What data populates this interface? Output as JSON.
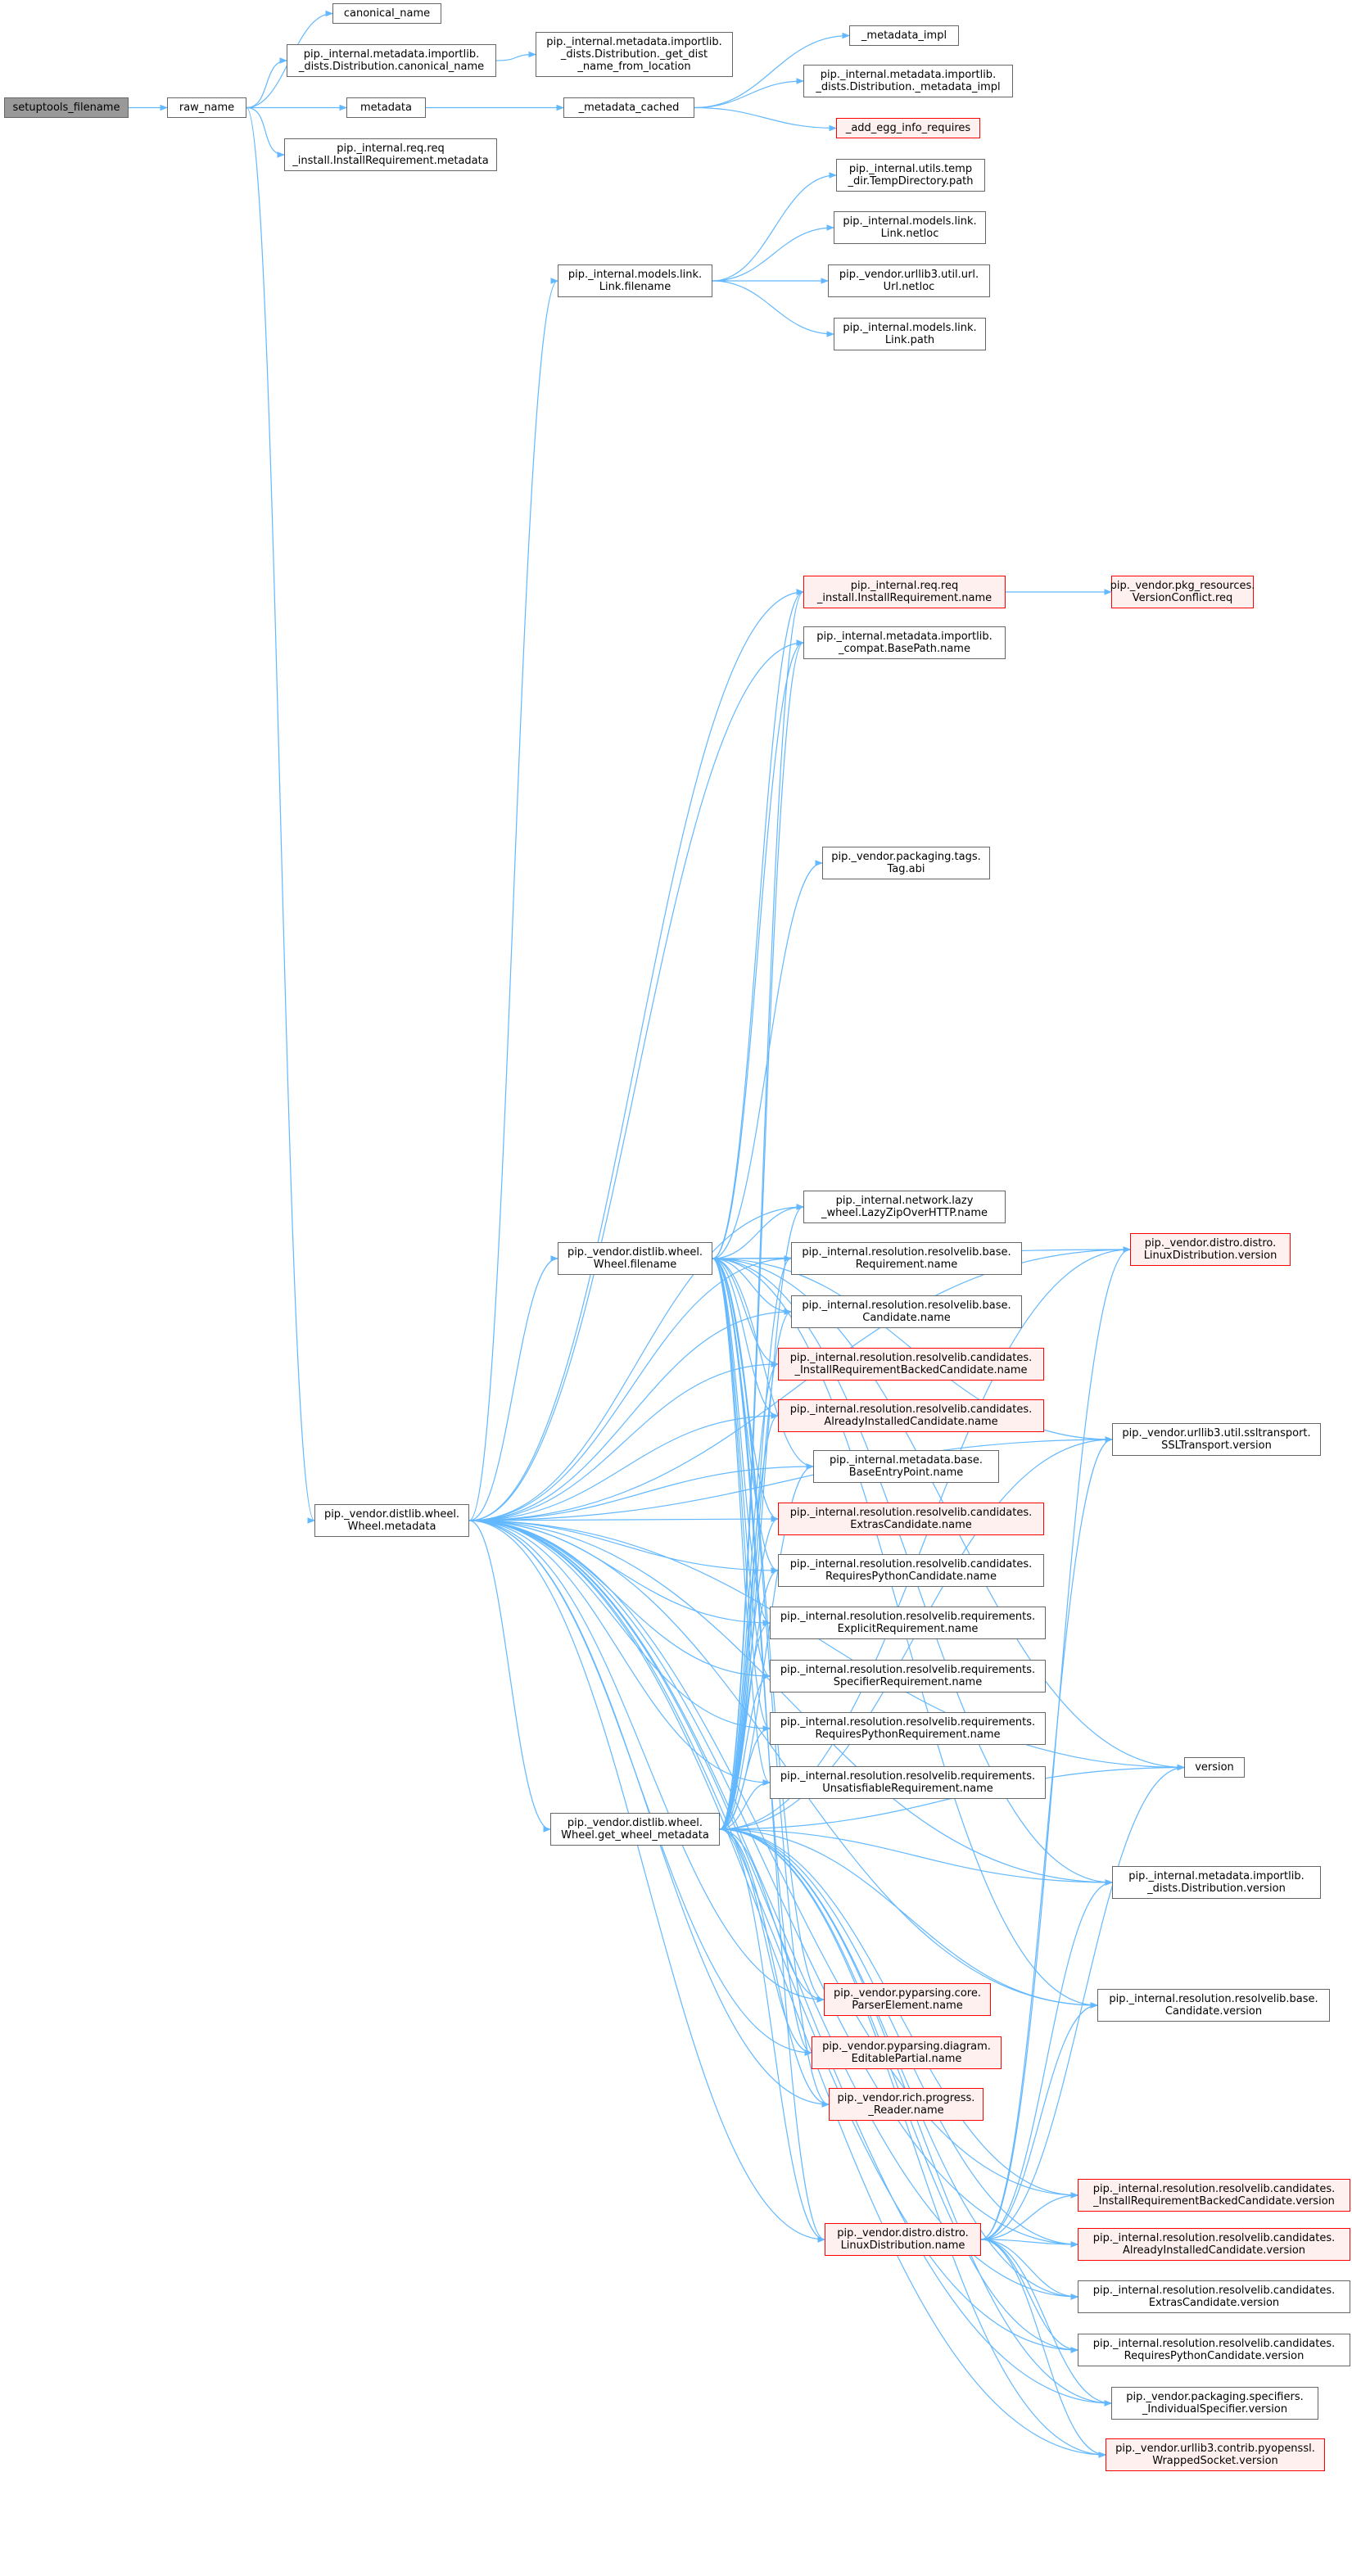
{
  "colors": {
    "edge": "#63b8ff",
    "node_border": "#666666",
    "root_fill": "#999999",
    "warn_border": "#ff0000",
    "warn_fill": "#fff0f0"
  },
  "nodes": {
    "setuptools_filename": "setuptools_filename",
    "raw_name": "raw_name",
    "canonical_name": "canonical_name",
    "dist_canonical_name": "pip._internal.metadata.importlib.\n_dists.Distribution.canonical_name",
    "get_dist_name": "pip._internal.metadata.importlib.\n_dists.Distribution._get_dist\n_name_from_location",
    "metadata": "metadata",
    "metadata_cached": "_metadata_cached",
    "metadata_impl": "_metadata_impl",
    "dist_metadata_impl": "pip._internal.metadata.importlib.\n_dists.Distribution._metadata_impl",
    "add_egg_info": "_add_egg_info_requires",
    "ireq_metadata": "pip._internal.req.req\n_install.InstallRequirement.metadata",
    "tempdir_path": "pip._internal.utils.temp\n_dir.TempDirectory.path",
    "link_netloc": "pip._internal.models.link.\nLink.netloc",
    "link_filename": "pip._internal.models.link.\nLink.filename",
    "url_netloc": "pip._vendor.urllib3.util.url.\nUrl.netloc",
    "link_path": "pip._internal.models.link.\nLink.path",
    "ireq_name": "pip._internal.req.req\n_install.InstallRequirement.name",
    "versionconflict_req": "pip._vendor.pkg_resources.\nVersionConflict.req",
    "basepath_name": "pip._internal.metadata.importlib.\n_compat.BasePath.name",
    "tag_abi": "pip._vendor.packaging.tags.\nTag.abi",
    "lazyzip_name": "pip._internal.network.lazy\n_wheel.LazyZipOverHTTP.name",
    "wheel_filename": "pip._vendor.distlib.wheel.\nWheel.filename",
    "linuxdist_version": "pip._vendor.distro.distro.\nLinuxDistribution.version",
    "requirement_name": "pip._internal.resolution.resolvelib.base.\nRequirement.name",
    "candidate_name": "pip._internal.resolution.resolvelib.base.\nCandidate.name",
    "irbc_name": "pip._internal.resolution.resolvelib.candidates.\n_InstallRequirementBackedCandidate.name",
    "aic_name": "pip._internal.resolution.resolvelib.candidates.\nAlreadyInstalledCandidate.name",
    "ssl_version": "pip._vendor.urllib3.util.ssltransport.\nSSLTransport.version",
    "entrypoint_name": "pip._internal.metadata.base.\nBaseEntryPoint.name",
    "wheel_metadata": "pip._vendor.distlib.wheel.\nWheel.metadata",
    "extras_name": "pip._internal.resolution.resolvelib.candidates.\nExtrasCandidate.name",
    "rpc_name": "pip._internal.resolution.resolvelib.candidates.\nRequiresPythonCandidate.name",
    "explicit_name": "pip._internal.resolution.resolvelib.requirements.\nExplicitRequirement.name",
    "specifier_name": "pip._internal.resolution.resolvelib.requirements.\nSpecifierRequirement.name",
    "rpr_name": "pip._internal.resolution.resolvelib.requirements.\nRequiresPythonRequirement.name",
    "version": "version",
    "unsat_name": "pip._internal.resolution.resolvelib.requirements.\nUnsatisfiableRequirement.name",
    "get_wheel_metadata": "pip._vendor.distlib.wheel.\nWheel.get_wheel_metadata",
    "dist_version": "pip._internal.metadata.importlib.\n_dists.Distribution.version",
    "parserelement_name": "pip._vendor.pyparsing.core.\nParserElement.name",
    "candidate_version": "pip._internal.resolution.resolvelib.base.\nCandidate.version",
    "editable_name": "pip._vendor.pyparsing.diagram.\nEditablePartial.name",
    "reader_name": "pip._vendor.rich.progress.\n_Reader.name",
    "irbc_version": "pip._internal.resolution.resolvelib.candidates.\n_InstallRequirementBackedCandidate.version",
    "linuxdist_name": "pip._vendor.distro.distro.\nLinuxDistribution.name",
    "aic_version": "pip._internal.resolution.resolvelib.candidates.\nAlreadyInstalledCandidate.version",
    "extras_version": "pip._internal.resolution.resolvelib.candidates.\nExtrasCandidate.version",
    "rpc_version": "pip._internal.resolution.resolvelib.candidates.\nRequiresPythonCandidate.version",
    "specifier_version": "pip._vendor.packaging.specifiers.\n_IndividualSpecifier.version",
    "wrapped_version": "pip._vendor.urllib3.contrib.pyopenssl.\nWrappedSocket.version"
  }
}
